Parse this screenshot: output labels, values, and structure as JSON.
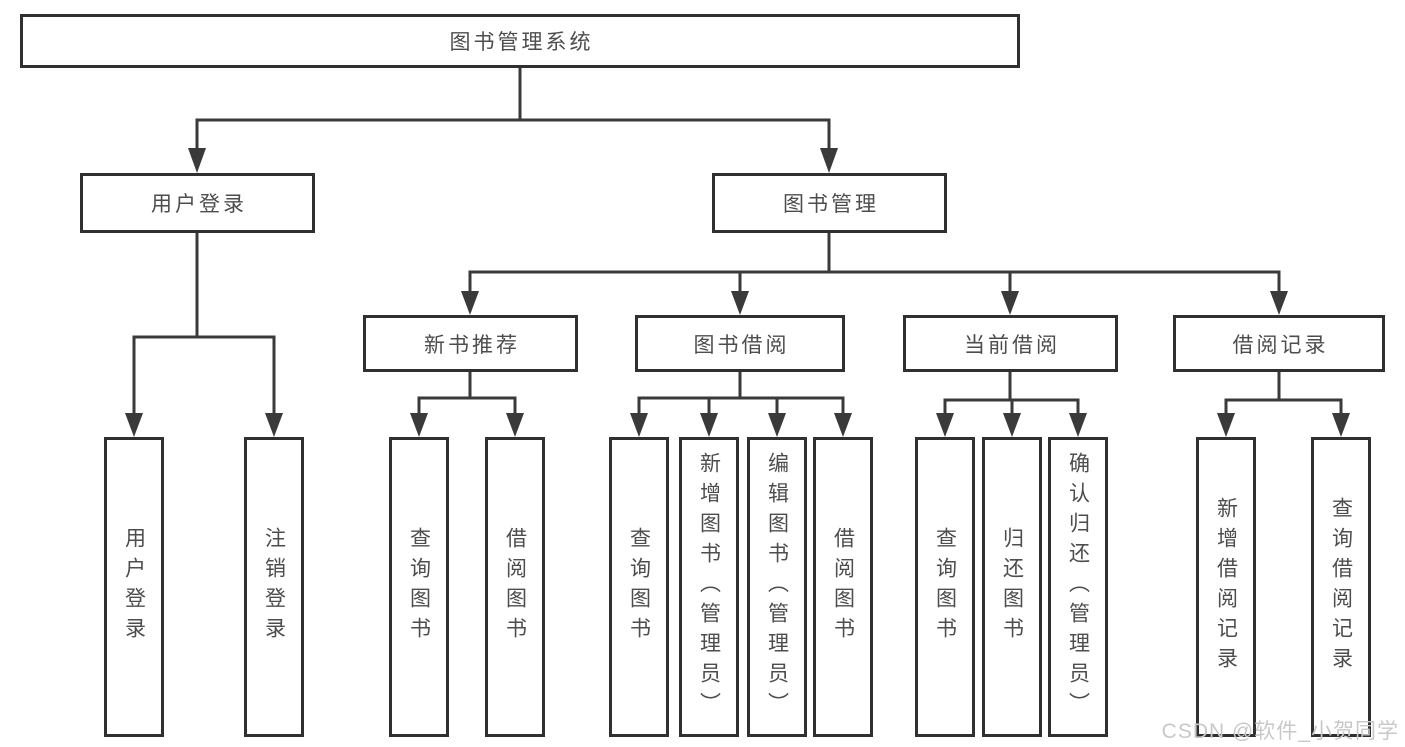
{
  "tree": {
    "root": "图书管理系统",
    "branches": [
      {
        "label": "用户登录",
        "children": [
          "用户登录",
          "注销登录"
        ]
      },
      {
        "label": "图书管理",
        "sections": [
          {
            "label": "新书推荐",
            "children": [
              "查询图书",
              "借阅图书"
            ]
          },
          {
            "label": "图书借阅",
            "children": [
              "查询图书",
              "新增图书（管理员）",
              "编辑图书（管理员）",
              "借阅图书"
            ]
          },
          {
            "label": "当前借阅",
            "children": [
              "查询图书",
              "归还图书",
              "确认归还（管理员）"
            ]
          },
          {
            "label": "借阅记录",
            "children": [
              "新增借阅记录",
              "查询借阅记录"
            ]
          }
        ]
      }
    ]
  },
  "watermark": "CSDN @软件_小贺同学",
  "colors": {
    "background": "#ffffff",
    "line": "#3a3a3a",
    "box_border": "#303030",
    "text": "#4d4d4d",
    "watermark": "#c8c8c8"
  }
}
